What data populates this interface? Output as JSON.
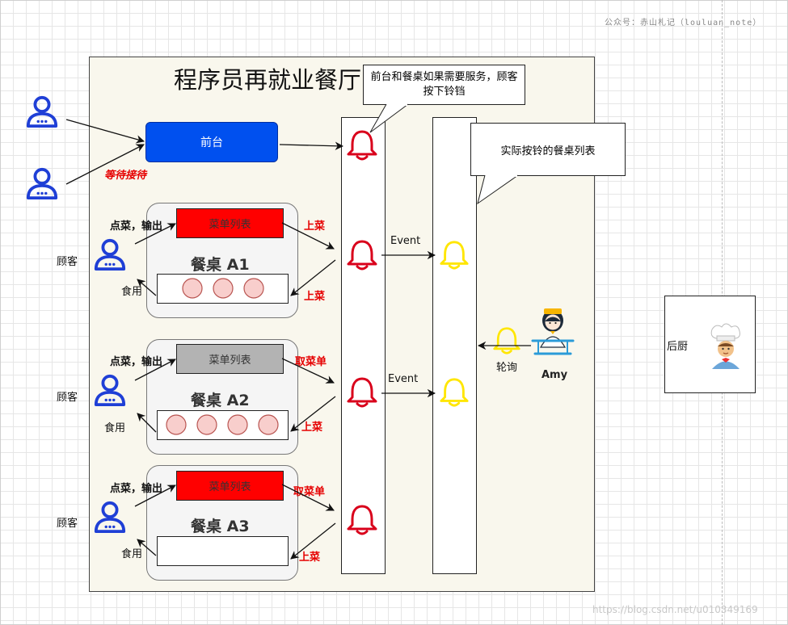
{
  "watermark_top": "公众号：赤山札记（louluan_note）",
  "watermark_bottom": "https://blog.csdn.net/u010349169",
  "restaurant_title": "程序员再就业餐厅",
  "front_desk": "前台",
  "waiting_label": "等待接待",
  "callout_service": "前台和餐桌如果需要服务，顾客按下铃铛",
  "callout_list": "实际按铃的餐桌列表",
  "tables": [
    {
      "name": "餐桌 A1",
      "menu": "菜单列表",
      "order": "点菜，输出",
      "eat": "食用",
      "customer": "顾客",
      "serve_top": "上菜",
      "serve_bottom": "上菜",
      "plates": 3,
      "menu_color": "#ff0000"
    },
    {
      "name": "餐桌 A2",
      "menu": "菜单列表",
      "order": "点菜，输出",
      "eat": "食用",
      "customer": "顾客",
      "serve_top": "取菜单",
      "serve_bottom": "上菜",
      "plates": 4,
      "menu_color": "#b3b3b3"
    },
    {
      "name": "餐桌 A3",
      "menu": "菜单列表",
      "order": "点菜，输出",
      "eat": "食用",
      "customer": "顾客",
      "serve_top": "取菜单",
      "serve_bottom": "上菜",
      "plates": 0,
      "menu_color": "#ff0000"
    }
  ],
  "event_label_1": "Event",
  "event_label_2": "Event",
  "poll_label": "轮询",
  "waiter_name": "Amy",
  "kitchen_label": "后厨",
  "colors": {
    "bell_red": "#d9001b",
    "bell_yellow": "#ffe600",
    "person_blue": "#1f3fd6",
    "front_desk_blue": "#0050ef",
    "menu_red": "#ff0000",
    "restaurant_bg": "#f9f7ed"
  }
}
